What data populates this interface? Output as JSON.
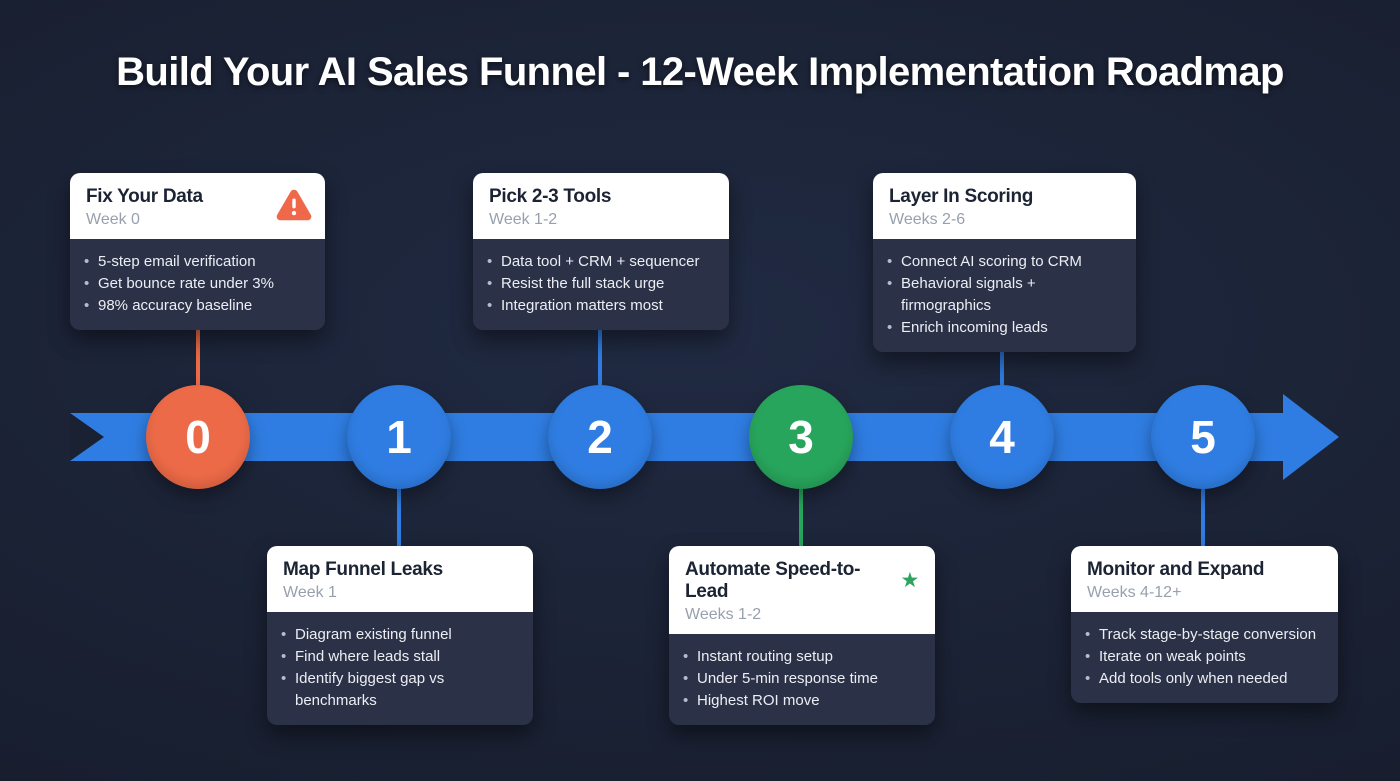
{
  "title": "Build Your AI Sales Funnel - 12-Week Implementation Roadmap",
  "colors": {
    "background": "#1a2133",
    "timeline_blue": "#2f7de2",
    "accent_orange": "#ec6a47",
    "accent_green": "#28a55c",
    "card_header_bg": "#ffffff",
    "card_body_bg": "#2b3248",
    "card_title_text": "#1c2434",
    "card_subtitle_text": "#98a0ae",
    "bullet_text": "#eceef3"
  },
  "timeline": {
    "arrow_color": "#2f7de2",
    "nodes": [
      {
        "label": "0",
        "color": "#ec6a47"
      },
      {
        "label": "1",
        "color": "#2f7de2"
      },
      {
        "label": "2",
        "color": "#2f7de2"
      },
      {
        "label": "3",
        "color": "#28a55c"
      },
      {
        "label": "4",
        "color": "#2f7de2"
      },
      {
        "label": "5",
        "color": "#2f7de2"
      }
    ]
  },
  "cards": [
    {
      "stage": "0",
      "position": "top",
      "icon": "warning-triangle-icon",
      "title": "Fix Your Data",
      "subtitle": "Week 0",
      "connector_color": "#ec6a47",
      "bullets": [
        "5-step email verification",
        "Get bounce rate under 3%",
        "98% accuracy baseline"
      ]
    },
    {
      "stage": "1",
      "position": "bottom",
      "icon": null,
      "title": "Map Funnel Leaks",
      "subtitle": "Week 1",
      "connector_color": "#2f7de2",
      "bullets": [
        "Diagram existing funnel",
        "Find where leads stall",
        "Identify biggest gap vs benchmarks"
      ]
    },
    {
      "stage": "2",
      "position": "top",
      "icon": null,
      "title": "Pick 2-3 Tools",
      "subtitle": "Week 1-2",
      "connector_color": "#2f7de2",
      "bullets": [
        "Data tool + CRM + sequencer",
        "Resist the full stack urge",
        "Integration matters most"
      ]
    },
    {
      "stage": "3",
      "position": "bottom",
      "icon": "star-icon",
      "title": "Automate Speed-to-Lead",
      "subtitle": "Weeks 1-2",
      "connector_color": "#28a55c",
      "bullets": [
        "Instant routing setup",
        "Under 5-min response time",
        "Highest ROI move"
      ]
    },
    {
      "stage": "4",
      "position": "top",
      "icon": null,
      "title": "Layer In Scoring",
      "subtitle": "Weeks 2-6",
      "connector_color": "#2f7de2",
      "bullets": [
        "Connect AI scoring to CRM",
        "Behavioral signals + firmographics",
        "Enrich incoming leads"
      ]
    },
    {
      "stage": "5",
      "position": "bottom",
      "icon": null,
      "title": "Monitor and Expand",
      "subtitle": "Weeks 4-12+",
      "connector_color": "#2f7de2",
      "bullets": [
        "Track stage-by-stage conversion",
        "Iterate on weak points",
        "Add tools only when needed"
      ]
    }
  ]
}
